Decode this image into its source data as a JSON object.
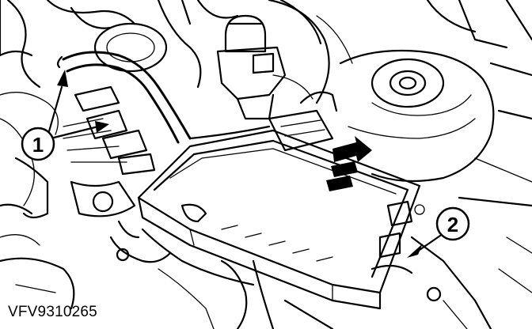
{
  "callouts": [
    {
      "label": "1"
    },
    {
      "label": "2"
    }
  ],
  "caption": "VFV9310265"
}
